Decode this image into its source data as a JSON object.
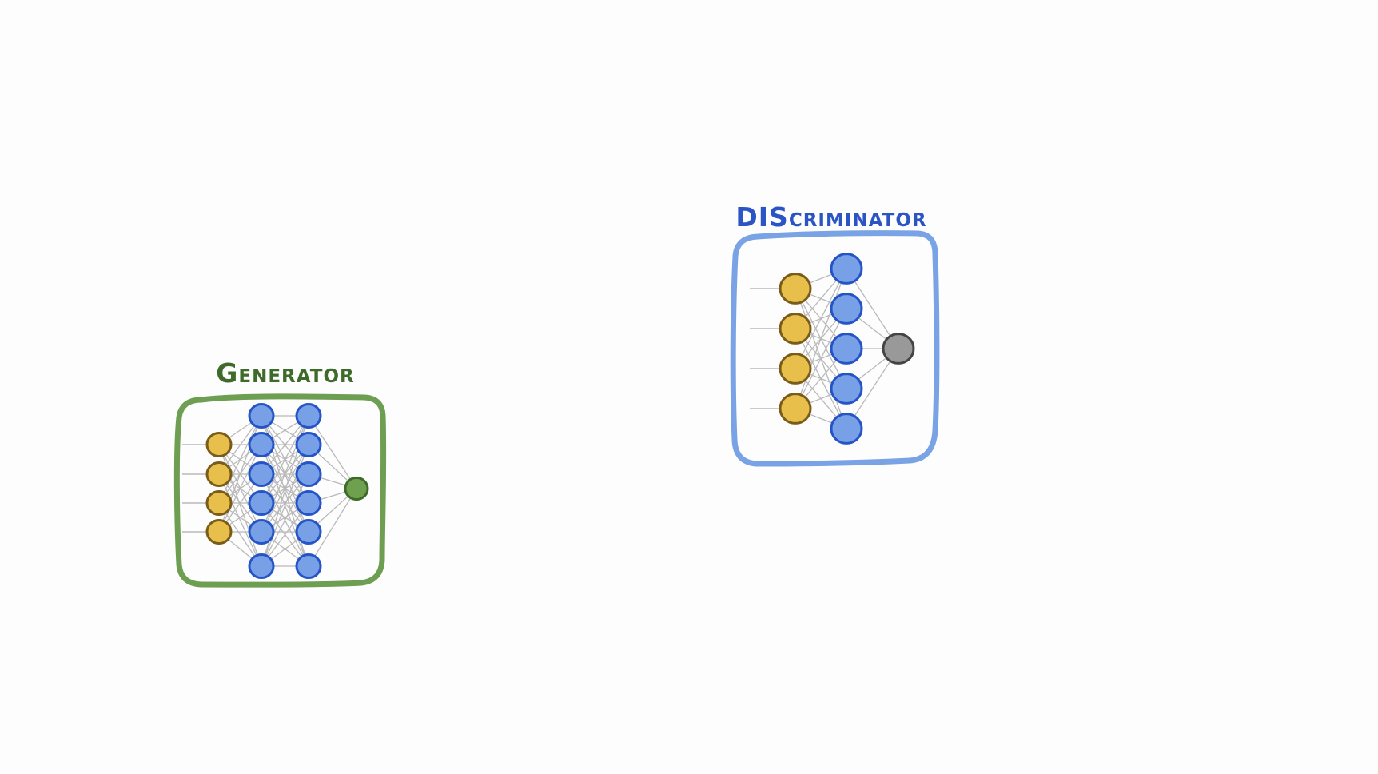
{
  "colors": {
    "background": "#fdfdfd",
    "generator_border": "#6e9e52",
    "generator_title": "#3f6b2a",
    "discriminator_border": "#7aa3e5",
    "discriminator_title": "#2b55c4",
    "input_node_fill": "#e8bf4a",
    "input_node_stroke": "#7a5c1a",
    "hidden_node_fill": "#78a0e6",
    "hidden_node_stroke": "#2554c7",
    "generator_output_fill": "#6ea04e",
    "generator_output_stroke": "#3f6b2a",
    "discriminator_output_fill": "#999999",
    "discriminator_output_stroke": "#444444",
    "edge": "#b9b9b9"
  },
  "generator": {
    "title": "Generator",
    "layers": [
      4,
      6,
      6,
      1
    ]
  },
  "discriminator": {
    "title": "DIScriminator",
    "layers": [
      4,
      5,
      1
    ]
  }
}
